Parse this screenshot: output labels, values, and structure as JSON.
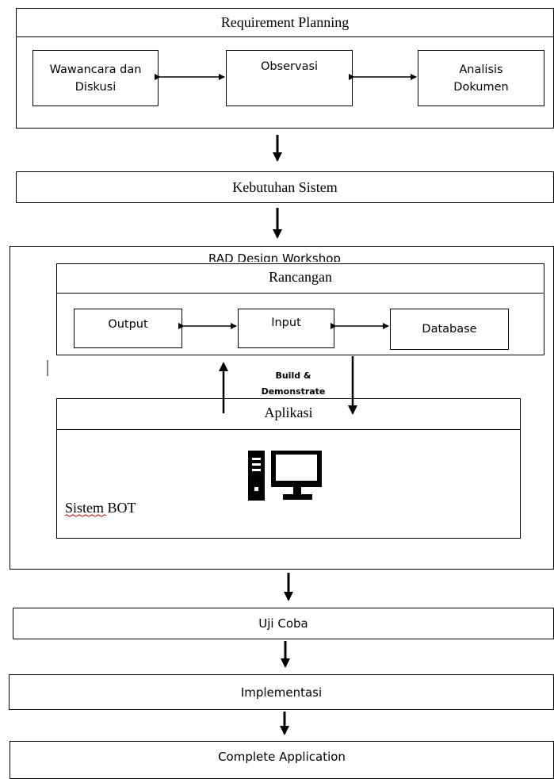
{
  "requirement_planning": {
    "title": "Requirement Planning",
    "nodes": [
      "Wawancara dan Diskusi",
      "Observasi",
      "Analisis Dokumen"
    ]
  },
  "kebutuhan_sistem": "Kebutuhan Sistem",
  "workshop": {
    "title": "RAD Design Workshop",
    "rancangan": {
      "title": "Rancangan",
      "nodes": [
        "Output",
        "Input",
        "Database"
      ]
    },
    "cycle_label": "Build & Demonstrate",
    "aplikasi": {
      "title": "Aplikasi",
      "icon": "computer-icon",
      "caption": "Sistem BOT"
    }
  },
  "uji_coba": "Uji Coba",
  "implementasi": "Implementasi",
  "complete_application": "Complete Application"
}
